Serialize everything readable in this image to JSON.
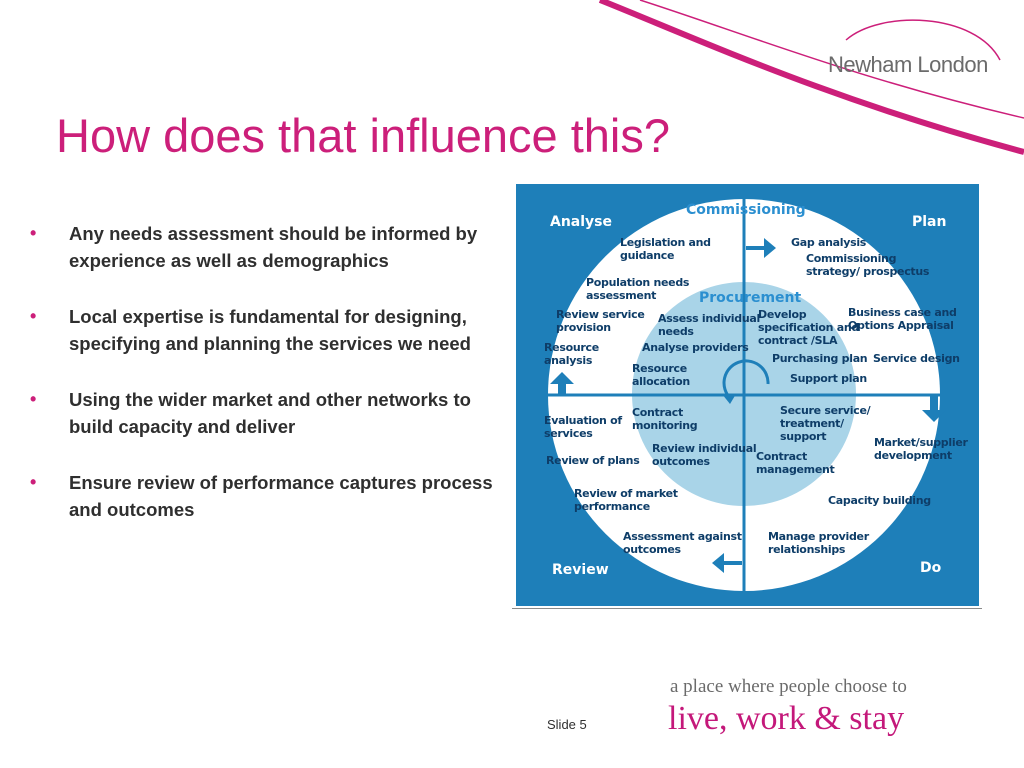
{
  "brand": {
    "logo_text": "Newham London"
  },
  "slide": {
    "title": "How does that influence this?",
    "number_label": "Slide 5"
  },
  "bullets": [
    "Any needs assessment should be informed by experience as well as demographics",
    "Local expertise is fundamental for designing, specifying and planning the services we need",
    "Using the wider market and other networks to build capacity and deliver",
    "Ensure review of performance captures process and outcomes"
  ],
  "diagram": {
    "outer_title": "Commissioning",
    "inner_title": "Procurement",
    "corners": {
      "top_left": "Analyse",
      "top_right": "Plan",
      "bottom_left": "Review",
      "bottom_right": "Do"
    },
    "outer_items": {
      "legislation": "Legislation and\nguidance",
      "population": "Population needs\nassessment",
      "review_service": "Review service\nprovision",
      "resource_analysis": "Resource\nanalysis",
      "gap_analysis": "Gap analysis",
      "commissioning_strategy": "Commissioning\nstrategy/ prospectus",
      "business_case": "Business case and\nOptions Appraisal",
      "service_design": "Service design",
      "market_dev": "Market/supplier\ndevelopment",
      "capacity": "Capacity building",
      "manage_provider": "Manage provider\nrelationships",
      "assessment_outcomes": "Assessment against\noutcomes",
      "review_market": "Review of market\nperformance",
      "review_plans": "Review of plans",
      "evaluation": "Evaluation of\nservices"
    },
    "inner_items": {
      "assess_needs": "Assess individual\nneeds",
      "analyse_providers": "Analyse providers",
      "resource_allocation": "Resource\nallocation",
      "develop_spec": "Develop\nspecification and\ncontract /SLA",
      "purchasing_plan": "Purchasing plan",
      "support_plan": "Support plan",
      "secure_service": "Secure service/\ntreatment/\nsupport",
      "contract_mgmt": "Contract\nmanagement",
      "contract_monitoring": "Contract\nmonitoring",
      "review_outcomes": "Review individual\noutcomes"
    }
  },
  "footer": {
    "tagline": "a place where people choose to",
    "motto": "live, work & stay"
  },
  "colors": {
    "title_pink": "#cc1f7a",
    "diagram_blue": "#1e7fb9",
    "inner_circle": "#a9d4e8",
    "text_navy": "#0e3d68"
  }
}
